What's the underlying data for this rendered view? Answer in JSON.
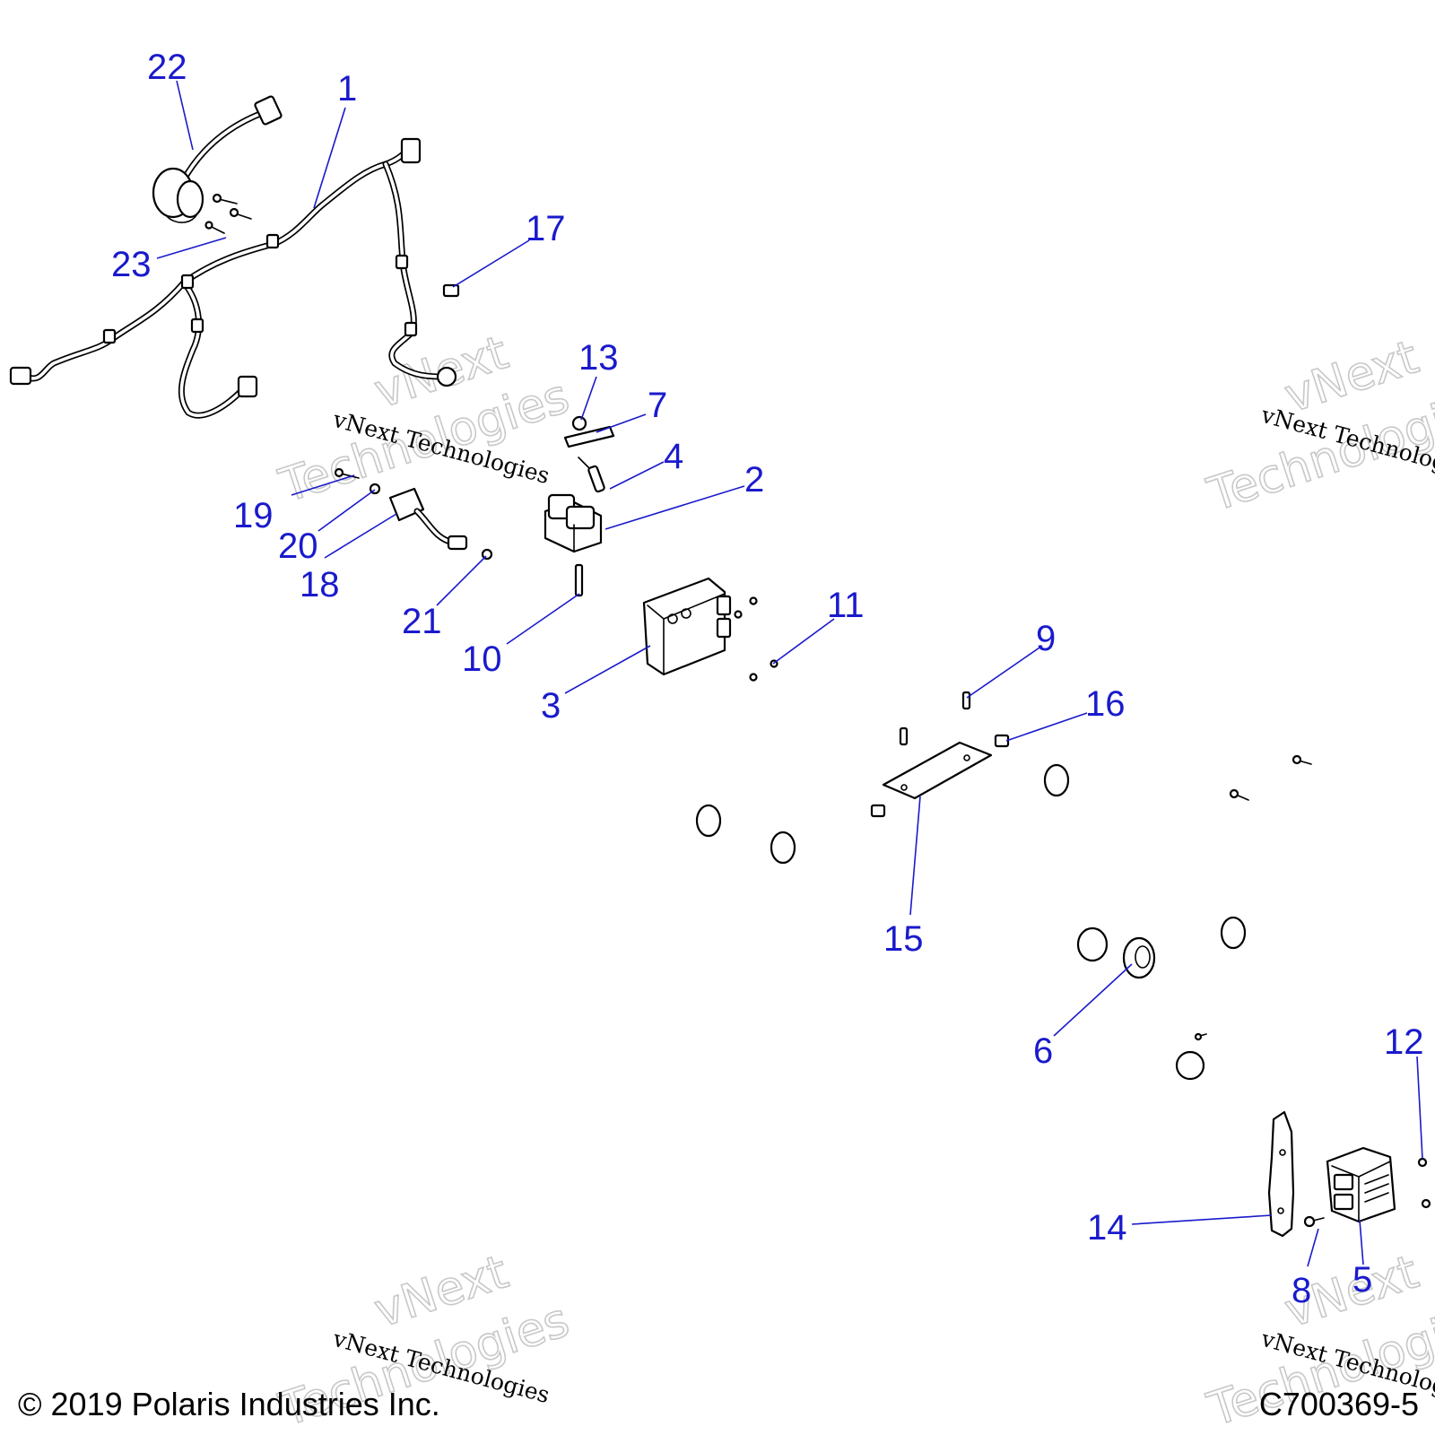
{
  "diagram": {
    "callouts": [
      {
        "id": "c1",
        "label": "1"
      },
      {
        "id": "c2",
        "label": "2"
      },
      {
        "id": "c3",
        "label": "3"
      },
      {
        "id": "c4",
        "label": "4"
      },
      {
        "id": "c5",
        "label": "5"
      },
      {
        "id": "c6",
        "label": "6"
      },
      {
        "id": "c7",
        "label": "7"
      },
      {
        "id": "c8",
        "label": "8"
      },
      {
        "id": "c9",
        "label": "9"
      },
      {
        "id": "c10",
        "label": "10"
      },
      {
        "id": "c11",
        "label": "11"
      },
      {
        "id": "c12",
        "label": "12"
      },
      {
        "id": "c13",
        "label": "13"
      },
      {
        "id": "c14",
        "label": "14"
      },
      {
        "id": "c15",
        "label": "15"
      },
      {
        "id": "c16",
        "label": "16"
      },
      {
        "id": "c17",
        "label": "17"
      },
      {
        "id": "c18",
        "label": "18"
      },
      {
        "id": "c19",
        "label": "19"
      },
      {
        "id": "c20",
        "label": "20"
      },
      {
        "id": "c21",
        "label": "21"
      },
      {
        "id": "c22",
        "label": "22"
      },
      {
        "id": "c23",
        "label": "23"
      }
    ],
    "callout_color": "#1a1acc",
    "line_color": "#000000"
  },
  "watermark": {
    "brand": "vNext",
    "word": "Technologies",
    "small": "vNext Technologies"
  },
  "footer": {
    "copyright": "© 2019 Polaris Industries Inc.",
    "code": "C700369-5"
  }
}
